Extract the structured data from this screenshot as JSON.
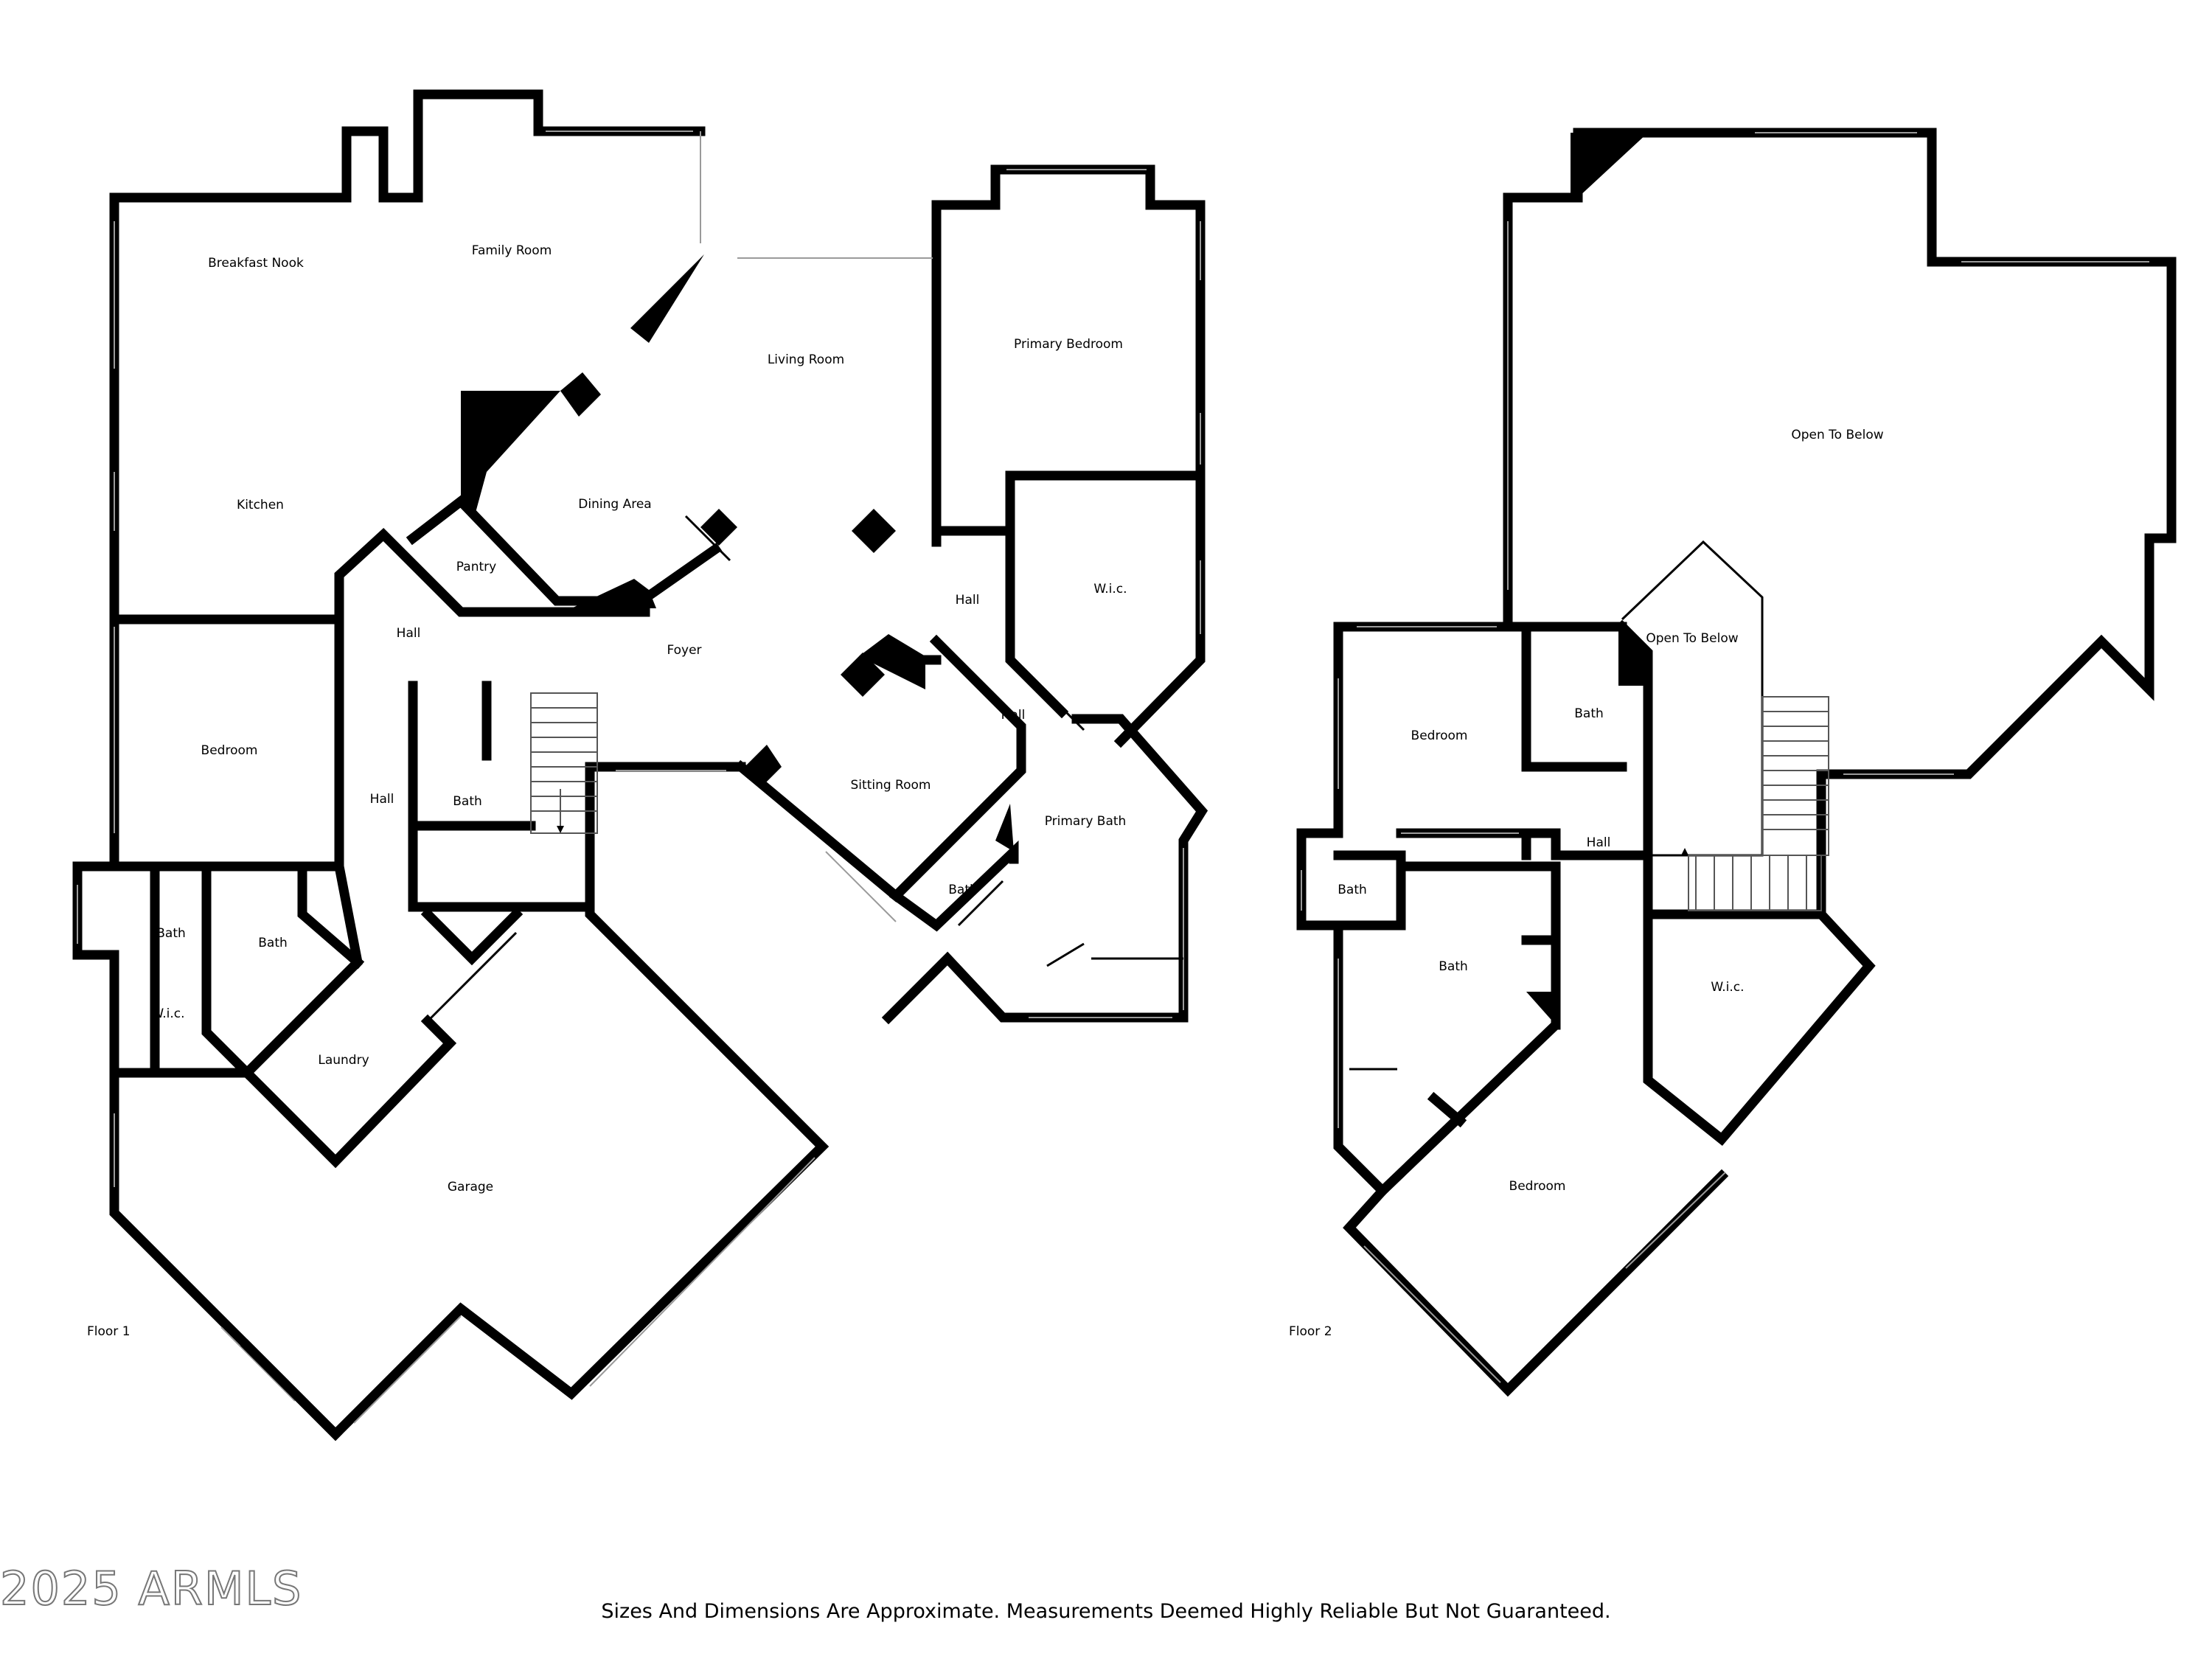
{
  "floor1": {
    "label": "Floor 1",
    "rooms": {
      "breakfast_nook": "Breakfast Nook",
      "family_room": "Family Room",
      "living_room": "Living Room",
      "primary_bedroom": "Primary Bedroom",
      "kitchen": "Kitchen",
      "dining_area": "Dining Area",
      "pantry": "Pantry",
      "hall_1": "Hall",
      "hall_2": "Hall",
      "hall_3": "Hall",
      "hall_4": "Hall",
      "wic_primary": "W.i.c.",
      "foyer": "Foyer",
      "bedroom": "Bedroom",
      "bath_center": "Bath",
      "sitting_room": "Sitting Room",
      "primary_bath": "Primary Bath",
      "bath_sitting": "Bath",
      "bath_left_small": "Bath",
      "bath_left": "Bath",
      "wic_left": "W.i.c.",
      "laundry": "Laundry",
      "garage": "Garage"
    }
  },
  "floor2": {
    "label": "Floor 2",
    "rooms": {
      "open_to_below_large": "Open To Below",
      "open_to_below_small": "Open To Below",
      "bedroom_top": "Bedroom",
      "bath_top": "Bath",
      "hall": "Hall",
      "bath_small": "Bath",
      "bath": "Bath",
      "wic": "W.i.c.",
      "bedroom_bottom": "Bedroom"
    }
  },
  "watermark": "2025 ARMLS",
  "disclaimer": "Sizes And Dimensions Are Approximate. Measurements Deemed Highly Reliable But Not Guaranteed."
}
